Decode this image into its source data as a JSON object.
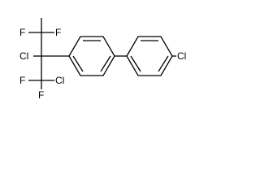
{
  "structure": {
    "atoms": {
      "f_top1": "F",
      "f_top2": "F",
      "cl_mid": "Cl",
      "f_bottom1": "F",
      "f_bottom2": "F",
      "cl_bottom": "Cl",
      "cl_right": "Cl"
    }
  }
}
